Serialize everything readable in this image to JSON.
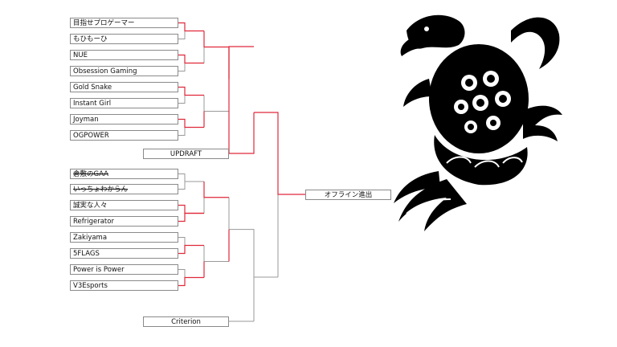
{
  "teams": [
    {
      "name": "目指せプロゲーマー",
      "advanced": true,
      "struck": false
    },
    {
      "name": "もひもーひ",
      "advanced": false,
      "struck": false
    },
    {
      "name": "NUE",
      "advanced": true,
      "struck": false
    },
    {
      "name": "Obsession Gaming",
      "advanced": false,
      "struck": false
    },
    {
      "name": "Gold Snake",
      "advanced": true,
      "struck": false
    },
    {
      "name": "Instant Girl",
      "advanced": false,
      "struck": false
    },
    {
      "name": "Joyman",
      "advanced": true,
      "struck": false
    },
    {
      "name": "OGPOWER",
      "advanced": false,
      "struck": false
    },
    {
      "name": "倉敷のGAA",
      "advanced": false,
      "struck": true
    },
    {
      "name": "いっちょわからん",
      "advanced": false,
      "struck": true
    },
    {
      "name": "誠実な人々",
      "advanced": true,
      "struck": false
    },
    {
      "name": "Refrigerator",
      "advanced": true,
      "struck": false
    },
    {
      "name": "Zakiyama",
      "advanced": false,
      "struck": false
    },
    {
      "name": "5FLAGS",
      "advanced": true,
      "struck": false
    },
    {
      "name": "Power is Power",
      "advanced": false,
      "struck": false
    },
    {
      "name": "V3Esports",
      "advanced": true,
      "struck": false
    }
  ],
  "semifinal_seeds": [
    {
      "name": "UPDRAFT"
    },
    {
      "name": "Criterion"
    }
  ],
  "final": {
    "label": "オフライン進出"
  },
  "colors": {
    "winner_line": "#e0283a",
    "line": "#999999",
    "border": "#8a8a8a"
  },
  "artwork": {
    "icon": "tribal-turtle-dragon-icon"
  }
}
